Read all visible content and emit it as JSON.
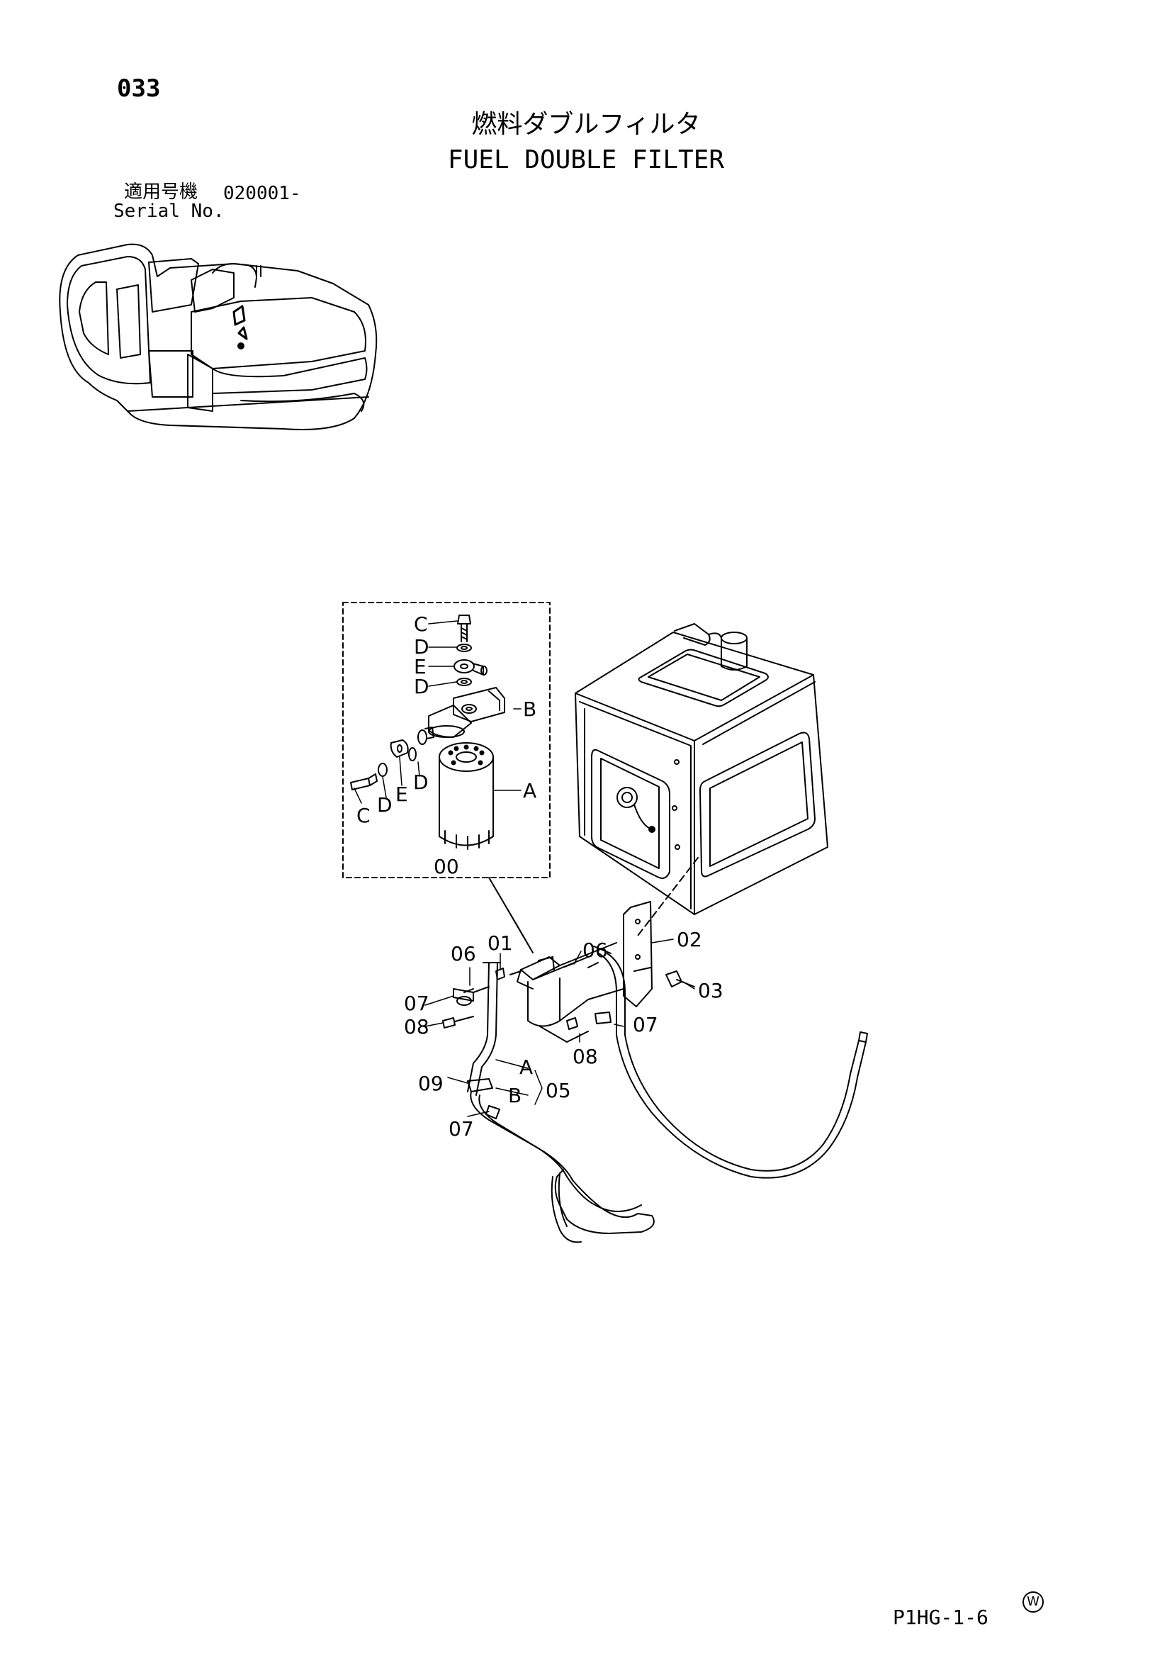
{
  "page_number": "033",
  "title_ja": "燃料ダブルフィルタ",
  "title_en": "FUEL DOUBLE FILTER",
  "serial_label_ja": "適用号機",
  "serial_value": "020001-",
  "serial_label_en": "Serial No.",
  "footer_code": "P1HG-1-6",
  "watermark_glyph": "W",
  "callouts": {
    "c_top": "C",
    "d_top": "D",
    "e_top": "E",
    "d_mid": "D",
    "b_head": "B",
    "a_filter": "A",
    "c_left": "C",
    "d_left": "D",
    "e_left": "E",
    "d_left2": "D",
    "group_00": "00",
    "p01": "01",
    "p02": "02",
    "p03": "03",
    "p06a": "06",
    "p06b": "06",
    "p07a": "07",
    "p07b": "07",
    "p07c": "07",
    "p08a": "08",
    "p08b": "08",
    "p09": "09",
    "p05": "05",
    "a_hose": "A",
    "b_hose": "B"
  }
}
